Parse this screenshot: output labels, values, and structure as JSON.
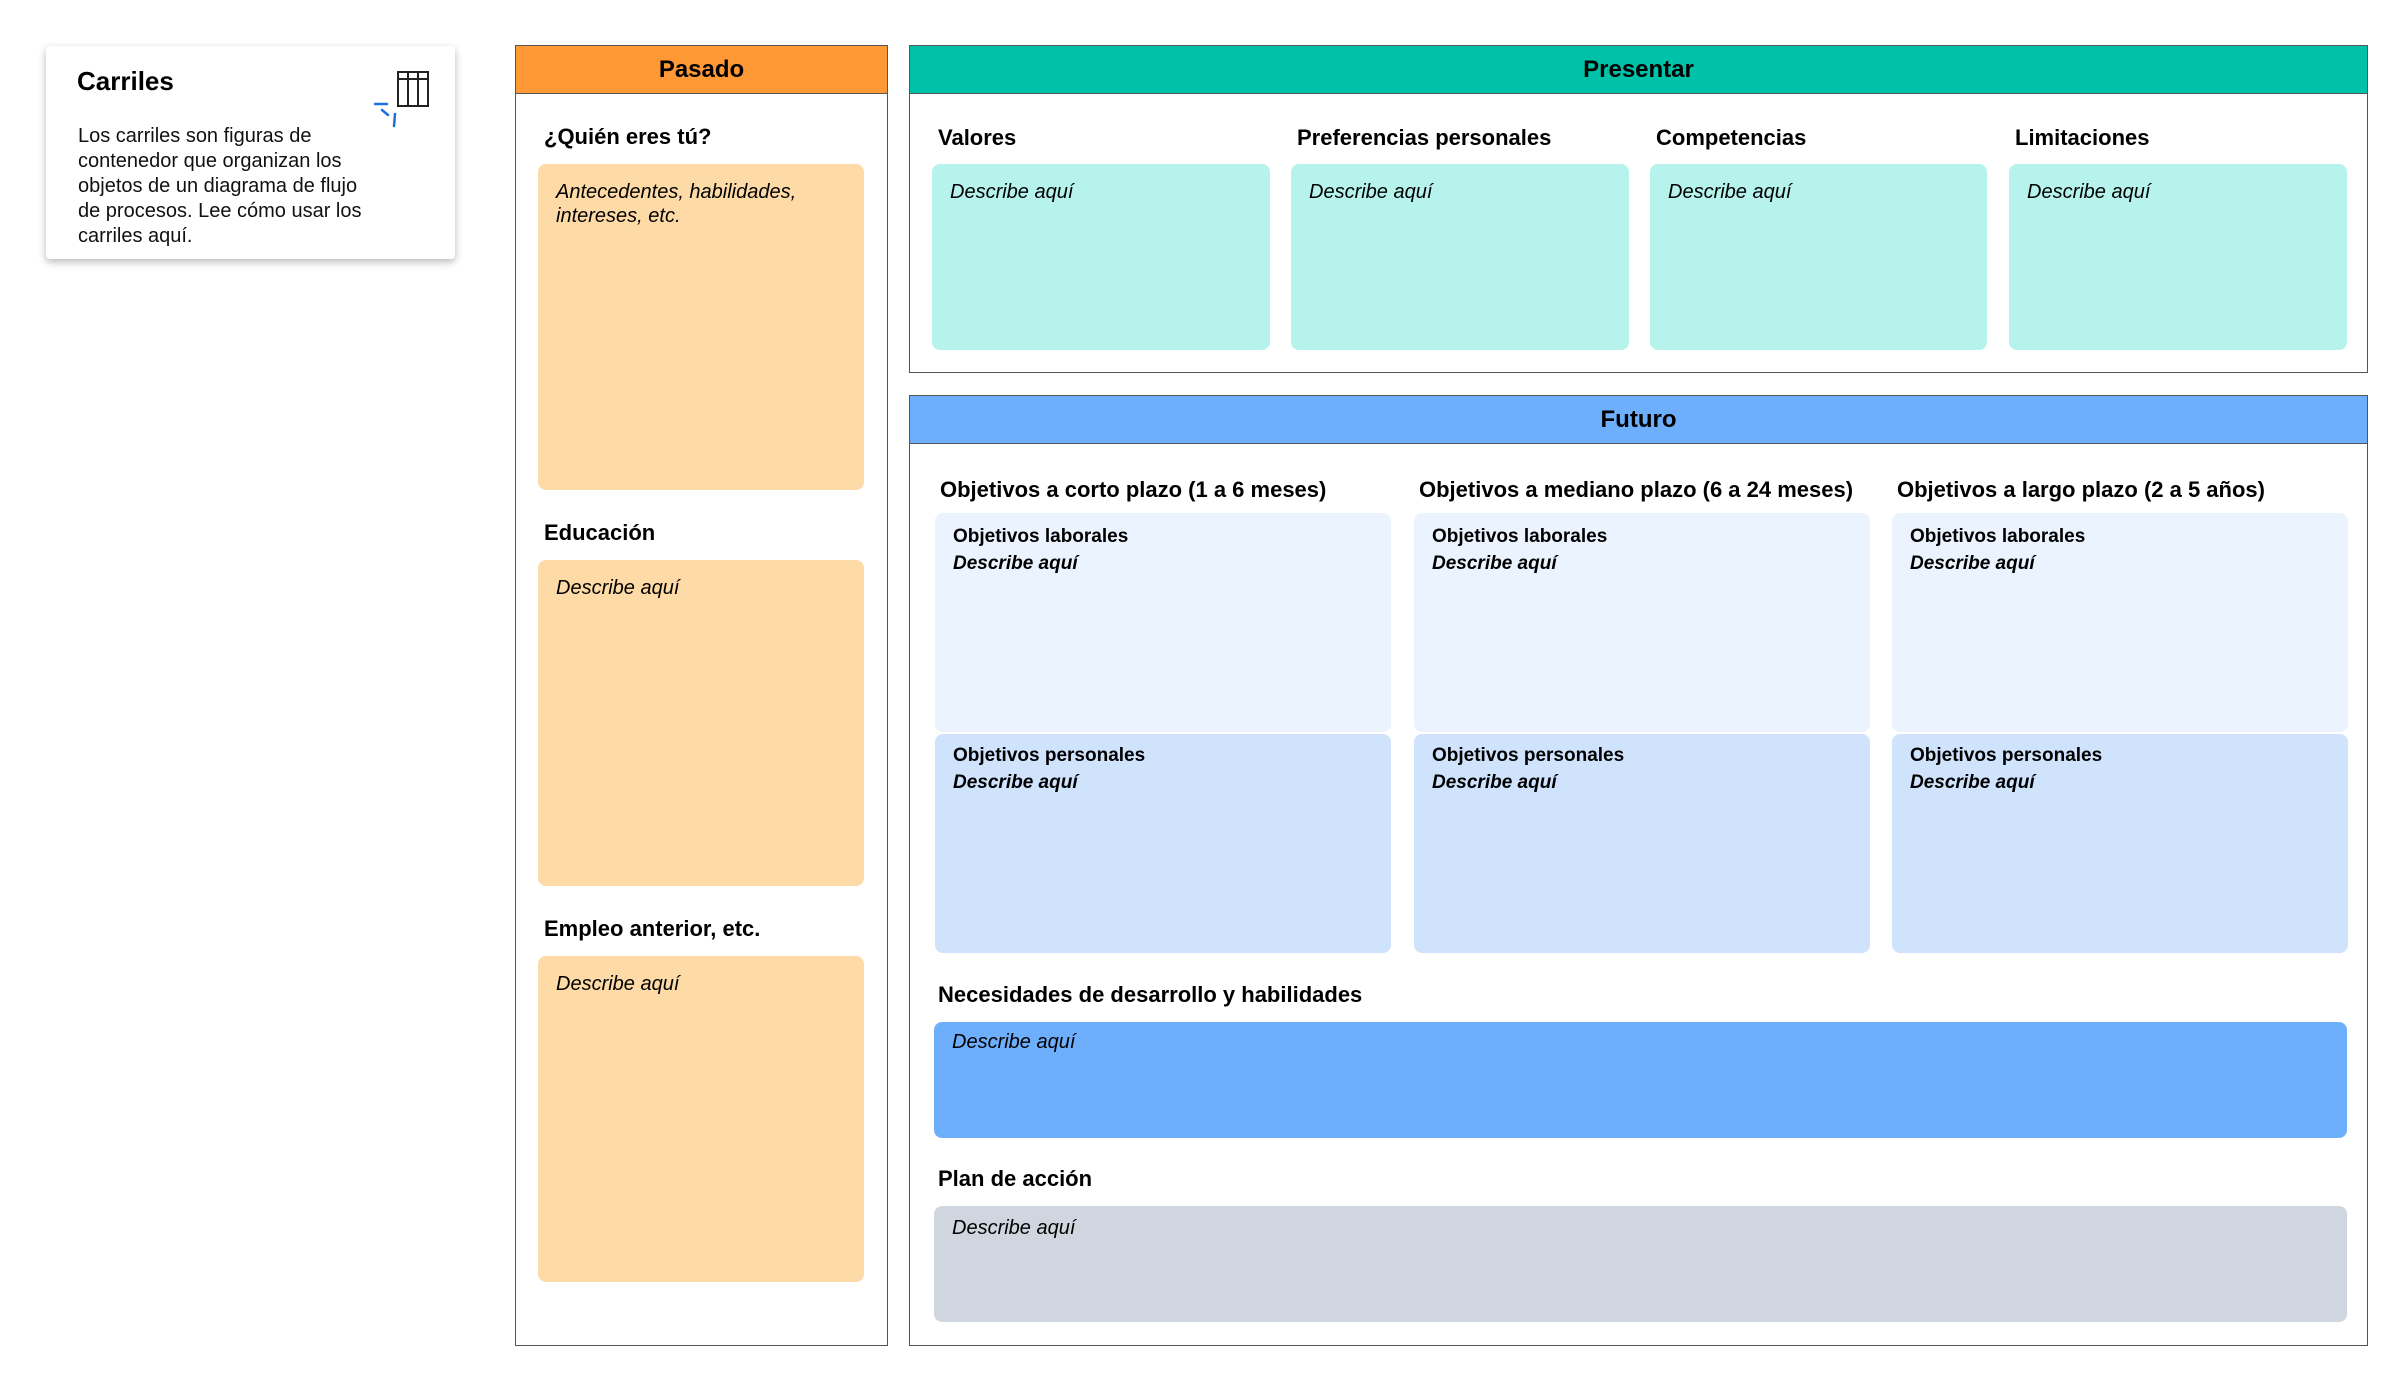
{
  "info_card": {
    "title": "Carriles",
    "description": "Los carriles son figuras de contenedor que organizan los objetos de un diagrama de flujo de procesos. Lee cómo usar los carriles aquí."
  },
  "colors": {
    "past_header": "#fe9936",
    "present_header": "#00c2a8",
    "future_header": "#6daffd"
  },
  "past": {
    "header": "Pasado",
    "sections": [
      {
        "label": "¿Quién eres tú?",
        "note": "Antecedentes, habilidades, intereses, etc."
      },
      {
        "label": "Educación",
        "note": "Describe aquí"
      },
      {
        "label": "Empleo anterior, etc.",
        "note": "Describe aquí"
      }
    ]
  },
  "present": {
    "header": "Presentar",
    "sections": [
      {
        "label": "Valores",
        "note": "Describe aquí"
      },
      {
        "label": "Preferencias personales",
        "note": "Describe aquí"
      },
      {
        "label": "Competencias",
        "note": "Describe aquí"
      },
      {
        "label": "Limitaciones",
        "note": "Describe aquí"
      }
    ]
  },
  "future": {
    "header": "Futuro",
    "columns": [
      {
        "label": "Objetivos a corto plazo (1 a 6 meses)",
        "work_title": "Objetivos laborales",
        "work_note": "Describe aquí",
        "personal_title": "Objetivos personales",
        "personal_note": "Describe aquí"
      },
      {
        "label": "Objetivos a mediano plazo (6 a 24 meses)",
        "work_title": "Objetivos laborales",
        "work_note": "Describe aquí",
        "personal_title": "Objetivos personales",
        "personal_note": "Describe aquí"
      },
      {
        "label": "Objetivos a largo plazo (2 a 5 años)",
        "work_title": "Objetivos laborales",
        "work_note": "Describe aquí",
        "personal_title": "Objetivos personales",
        "personal_note": "Describe aquí"
      }
    ],
    "development": {
      "label": "Necesidades de desarrollo y habilidades",
      "note": "Describe aquí"
    },
    "action_plan": {
      "label": "Plan de acción",
      "note": "Describe aquí"
    }
  }
}
